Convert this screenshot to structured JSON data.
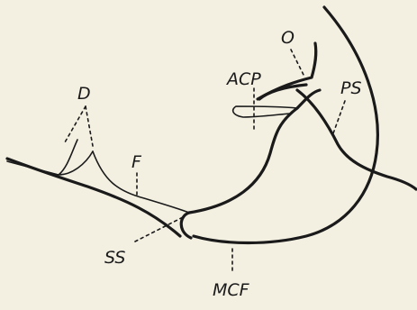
{
  "background_color": "#f3f0e2",
  "ink_color": "#1a1a1a",
  "labels": {
    "d": "D",
    "f": "F",
    "ss": "SS",
    "mcf": "MCF",
    "acp": "ACP",
    "o": "O",
    "ps": "PS"
  }
}
